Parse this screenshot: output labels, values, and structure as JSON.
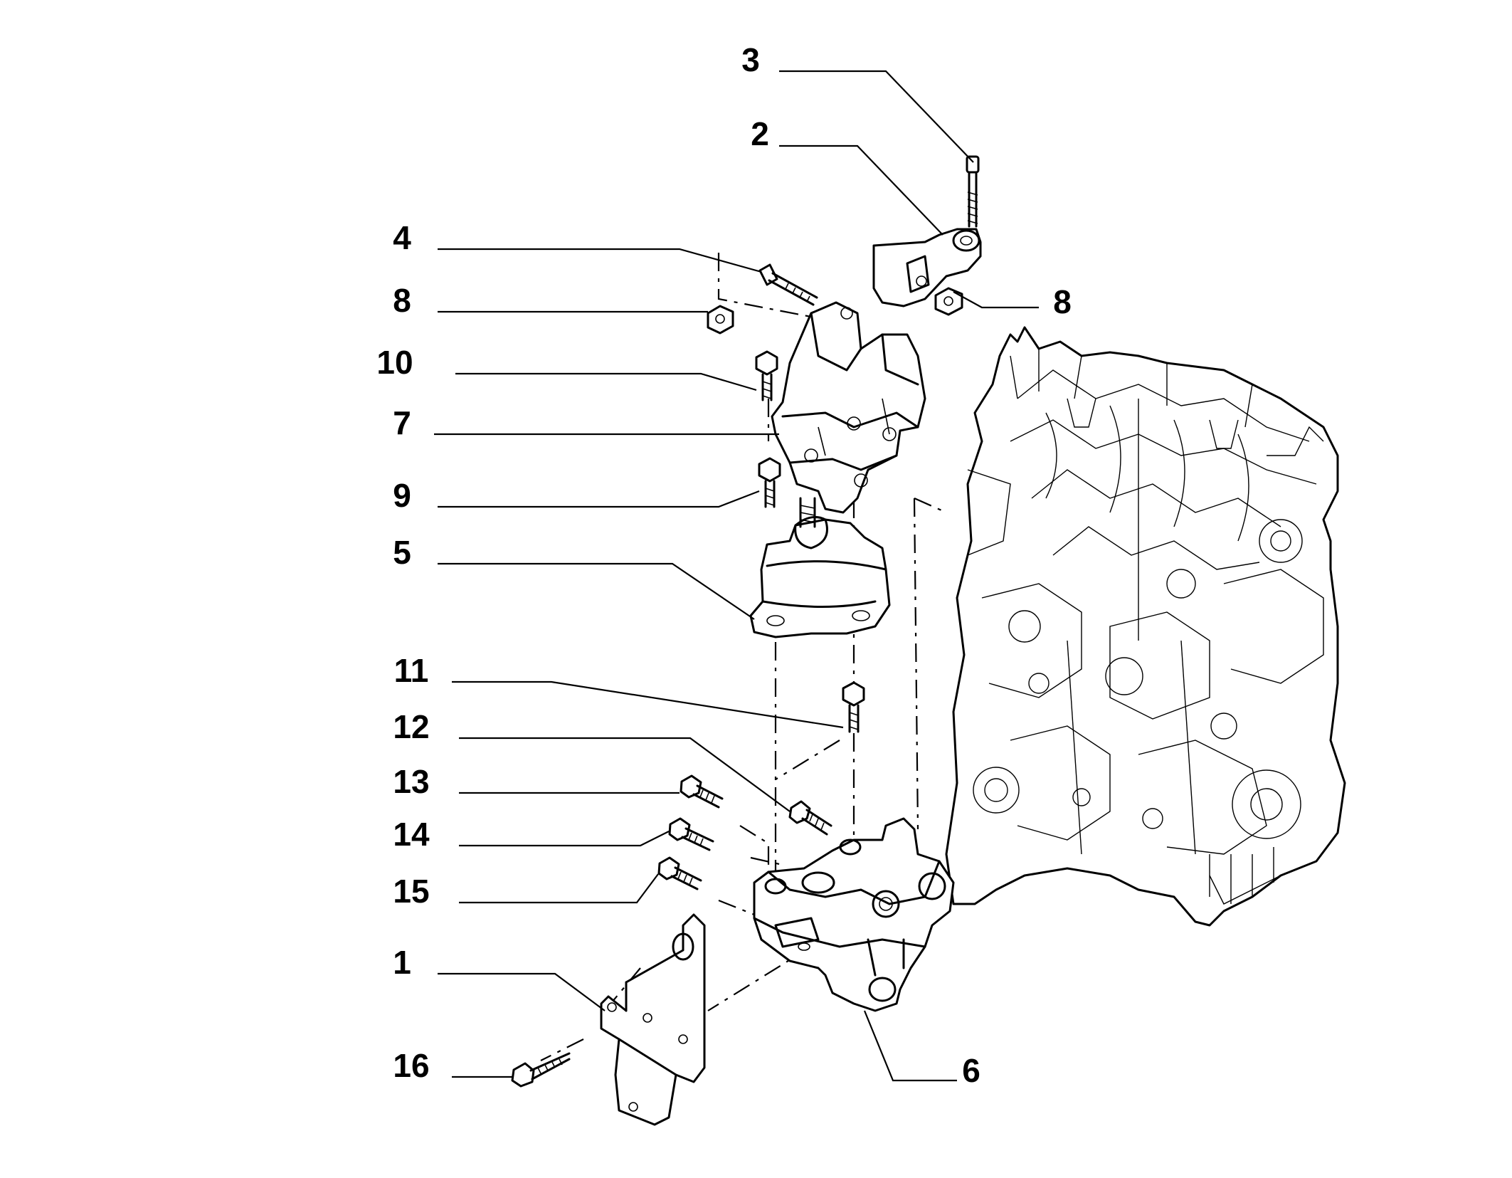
{
  "callouts": [
    {
      "label": "3"
    },
    {
      "label": "2"
    },
    {
      "label": "4"
    },
    {
      "label": "8"
    },
    {
      "label": "8"
    },
    {
      "label": "10"
    },
    {
      "label": "7"
    },
    {
      "label": "9"
    },
    {
      "label": "5"
    },
    {
      "label": "11"
    },
    {
      "label": "12"
    },
    {
      "label": "13"
    },
    {
      "label": "14"
    },
    {
      "label": "15"
    },
    {
      "label": "1"
    },
    {
      "label": "16"
    },
    {
      "label": "6"
    }
  ]
}
